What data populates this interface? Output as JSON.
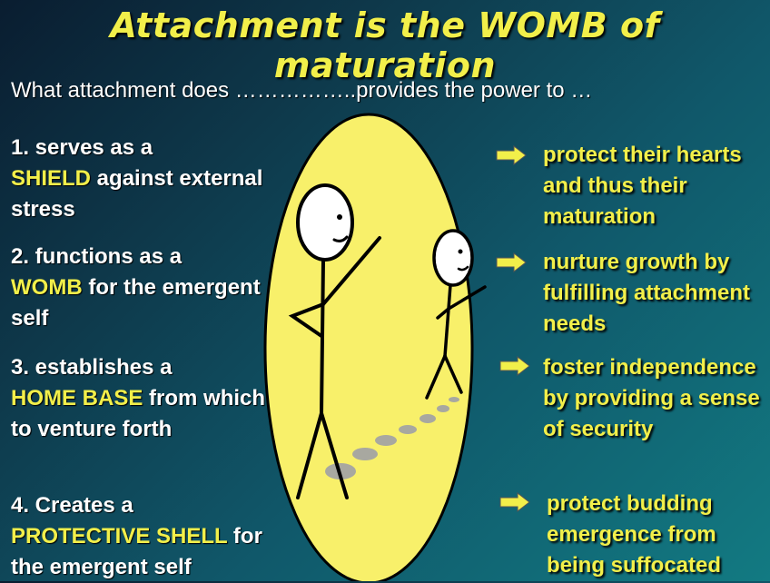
{
  "title": "Attachment is the WOMB of maturation",
  "subtitle": "What attachment does ……………..provides the power to …",
  "left_items": [
    {
      "pre": "1.  serves as a",
      "highlight": "SHIELD",
      "post": " against external stress"
    },
    {
      "pre": "2.  functions as a",
      "highlight": "WOMB",
      "post": " for the emergent self"
    },
    {
      "pre": "3. establishes a",
      "highlight": "HOME BASE",
      "post": " from which to venture forth"
    },
    {
      "pre": "4. Creates a",
      "highlight": "PROTECTIVE SHELL",
      "post": " for the emergent self"
    }
  ],
  "right_items": [
    "protect their hearts and thus their maturation",
    "nurture growth by fulfilling attachment needs",
    "foster independence by providing a sense of  security",
    "protect budding emergence from being suffocated"
  ],
  "colors": {
    "accent_yellow": "#f2ef4a",
    "oval_fill": "#f8f06a",
    "text_white": "#ffffff"
  },
  "icons": [
    "right-arrow-icon",
    "stick-figure-adult",
    "stick-figure-child",
    "footprint-dots"
  ]
}
